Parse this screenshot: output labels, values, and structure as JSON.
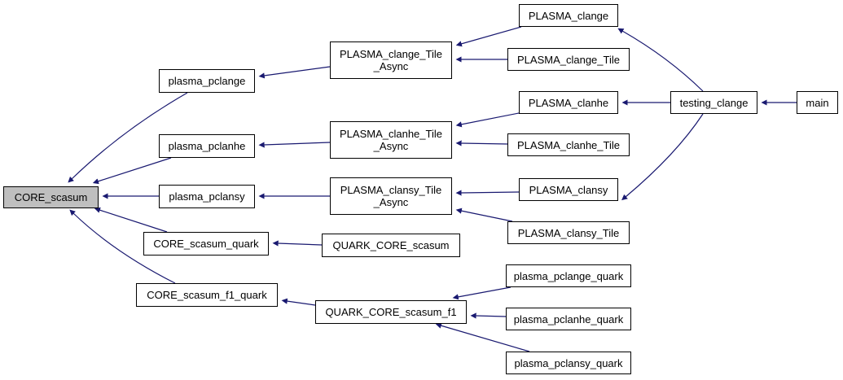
{
  "diagram": {
    "type": "call-graph",
    "root": "CORE_scasum",
    "colors": {
      "edge": "#191970",
      "root_fill": "#bfbfbf",
      "node_fill": "#ffffff",
      "border": "#000000"
    },
    "nodes": [
      {
        "id": "core_scasum",
        "label": "CORE_scasum",
        "root": true
      },
      {
        "id": "plasma_pclange",
        "label": "plasma_pclange"
      },
      {
        "id": "plasma_pclanhe",
        "label": "plasma_pclanhe"
      },
      {
        "id": "plasma_pclansy",
        "label": "plasma_pclansy"
      },
      {
        "id": "core_scasum_quark",
        "label": "CORE_scasum_quark"
      },
      {
        "id": "core_scasum_f1_quark",
        "label": "CORE_scasum_f1_quark"
      },
      {
        "id": "plasma_clange_tile_async",
        "label": "PLASMA_clange_Tile\n_Async"
      },
      {
        "id": "plasma_clanhe_tile_async",
        "label": "PLASMA_clanhe_Tile\n_Async"
      },
      {
        "id": "plasma_clansy_tile_async",
        "label": "PLASMA_clansy_Tile\n_Async"
      },
      {
        "id": "quark_core_scasum",
        "label": "QUARK_CORE_scasum"
      },
      {
        "id": "quark_core_scasum_f1",
        "label": "QUARK_CORE_scasum_f1"
      },
      {
        "id": "plasma_clange",
        "label": "PLASMA_clange"
      },
      {
        "id": "plasma_clange_tile",
        "label": "PLASMA_clange_Tile"
      },
      {
        "id": "plasma_clanhe",
        "label": "PLASMA_clanhe"
      },
      {
        "id": "plasma_clanhe_tile",
        "label": "PLASMA_clanhe_Tile"
      },
      {
        "id": "plasma_clansy",
        "label": "PLASMA_clansy"
      },
      {
        "id": "plasma_clansy_tile",
        "label": "PLASMA_clansy_Tile"
      },
      {
        "id": "plasma_pclange_quark",
        "label": "plasma_pclange_quark"
      },
      {
        "id": "plasma_pclanhe_quark",
        "label": "plasma_pclanhe_quark"
      },
      {
        "id": "plasma_pclansy_quark",
        "label": "plasma_pclansy_quark"
      },
      {
        "id": "testing_clange",
        "label": "testing_clange"
      },
      {
        "id": "main",
        "label": "main"
      }
    ],
    "edges": [
      {
        "from": "plasma_pclange",
        "to": "core_scasum"
      },
      {
        "from": "plasma_pclanhe",
        "to": "core_scasum"
      },
      {
        "from": "plasma_pclansy",
        "to": "core_scasum"
      },
      {
        "from": "core_scasum_quark",
        "to": "core_scasum"
      },
      {
        "from": "core_scasum_f1_quark",
        "to": "core_scasum"
      },
      {
        "from": "plasma_clange_tile_async",
        "to": "plasma_pclange"
      },
      {
        "from": "plasma_clanhe_tile_async",
        "to": "plasma_pclanhe"
      },
      {
        "from": "plasma_clansy_tile_async",
        "to": "plasma_pclansy"
      },
      {
        "from": "quark_core_scasum",
        "to": "core_scasum_quark"
      },
      {
        "from": "quark_core_scasum_f1",
        "to": "core_scasum_f1_quark"
      },
      {
        "from": "plasma_clange",
        "to": "plasma_clange_tile_async"
      },
      {
        "from": "plasma_clange_tile",
        "to": "plasma_clange_tile_async"
      },
      {
        "from": "plasma_clanhe",
        "to": "plasma_clanhe_tile_async"
      },
      {
        "from": "plasma_clanhe_tile",
        "to": "plasma_clanhe_tile_async"
      },
      {
        "from": "plasma_clansy",
        "to": "plasma_clansy_tile_async"
      },
      {
        "from": "plasma_clansy_tile",
        "to": "plasma_clansy_tile_async"
      },
      {
        "from": "plasma_pclange_quark",
        "to": "quark_core_scasum_f1"
      },
      {
        "from": "plasma_pclanhe_quark",
        "to": "quark_core_scasum_f1"
      },
      {
        "from": "plasma_pclansy_quark",
        "to": "quark_core_scasum_f1"
      },
      {
        "from": "testing_clange",
        "to": "plasma_clange"
      },
      {
        "from": "testing_clange",
        "to": "plasma_clanhe"
      },
      {
        "from": "testing_clange",
        "to": "plasma_clansy"
      },
      {
        "from": "main",
        "to": "testing_clange"
      }
    ]
  }
}
